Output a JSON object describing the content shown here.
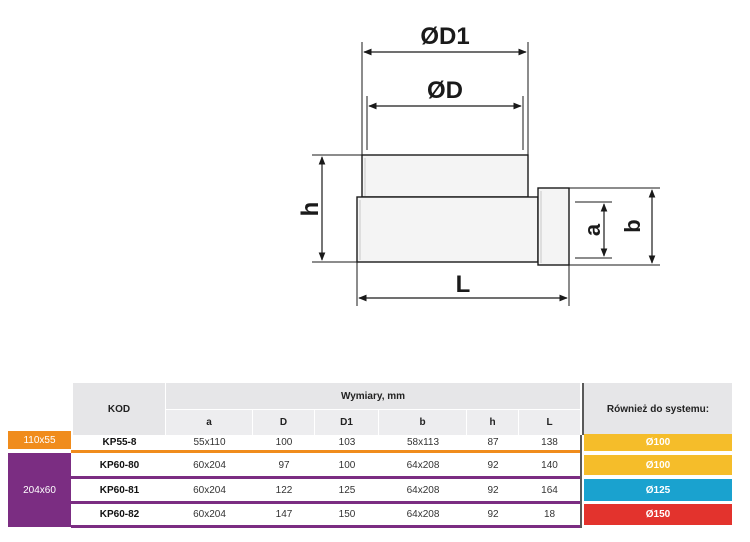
{
  "drawing": {
    "labels": {
      "D1": "ØD1",
      "D": "ØD",
      "h": "h",
      "L": "L",
      "a": "a",
      "b": "b"
    }
  },
  "table": {
    "headers": {
      "kod": "KOD",
      "wymiary": "Wymiary, mm",
      "columns": [
        "a",
        "D",
        "D1",
        "b",
        "h",
        "L"
      ],
      "system": "Również do systemu:"
    },
    "groups": [
      {
        "label": "110x55",
        "color": "#f08c1c"
      },
      {
        "label": "204x60",
        "color": "#7b2d82"
      }
    ],
    "rows": [
      {
        "kod": "KP55-8",
        "a": "55x110",
        "D": "100",
        "D1": "103",
        "b": "58x113",
        "h": "87",
        "L": "138",
        "system": "Ø100",
        "system_color": "#f5bd2a"
      },
      {
        "kod": "KP60-80",
        "a": "60x204",
        "D": "97",
        "D1": "100",
        "b": "64x208",
        "h": "92",
        "L": "140",
        "system": "Ø100",
        "system_color": "#f5bd2a"
      },
      {
        "kod": "KP60-81",
        "a": "60x204",
        "D": "122",
        "D1": "125",
        "b": "64x208",
        "h": "92",
        "L": "164",
        "system": "Ø125",
        "system_color": "#1aa2cf"
      },
      {
        "kod": "KP60-82",
        "a": "60x204",
        "D": "147",
        "D1": "150",
        "b": "64x208",
        "h": "92",
        "L": "18",
        "system": "Ø150",
        "system_color": "#e3332d"
      }
    ]
  }
}
